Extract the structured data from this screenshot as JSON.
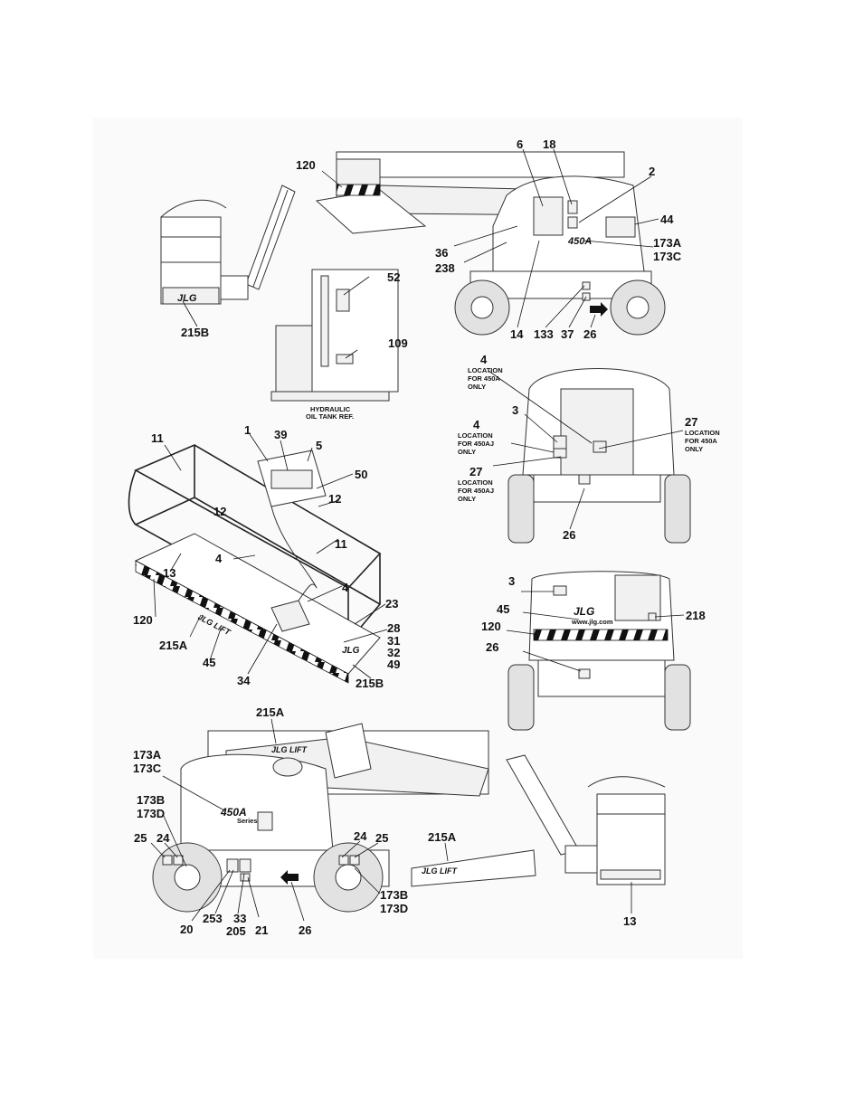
{
  "callouts": {
    "n120": "120",
    "n6": "6",
    "n18": "18",
    "n2": "2",
    "n44": "44",
    "n36": "36",
    "n173A": "173A",
    "n173C": "173C",
    "n238": "238",
    "n14": "14",
    "n133": "133",
    "n37": "37",
    "n26": "26",
    "n52": "52",
    "n109": "109",
    "n215B": "215B",
    "n4": "4",
    "n3": "3",
    "n27": "27",
    "n11": "11",
    "n1": "1",
    "n39": "39",
    "n5": "5",
    "n50": "50",
    "n12": "12",
    "n13": "13",
    "n23": "23",
    "n28": "28",
    "n31": "31",
    "n32": "32",
    "n49": "49",
    "n215A": "215A",
    "n45": "45",
    "n34": "34",
    "n218": "218",
    "n173B": "173B",
    "n173D": "173D",
    "n24": "24",
    "n25": "25",
    "n20": "20",
    "n253": "253",
    "n33": "33",
    "n205": "205",
    "n21": "21"
  },
  "notes": {
    "hydraulic_line1": "HYDRAULIC",
    "hydraulic_line2": "OIL TANK REF.",
    "loc450a_line1": "LOCATION",
    "loc450a_line2": "FOR 450A",
    "loc450aj_line2": "FOR 450AJ",
    "only": "ONLY"
  },
  "decals": {
    "jlg": "JLG",
    "jlg_lift": "JLG LIFT",
    "model": "450A",
    "series": "Series II",
    "website": "www.jlg.com"
  },
  "icons": {
    "arrow_decal": "direction-arrow-icon",
    "hazard_stripe": "hazard-stripe-icon"
  }
}
